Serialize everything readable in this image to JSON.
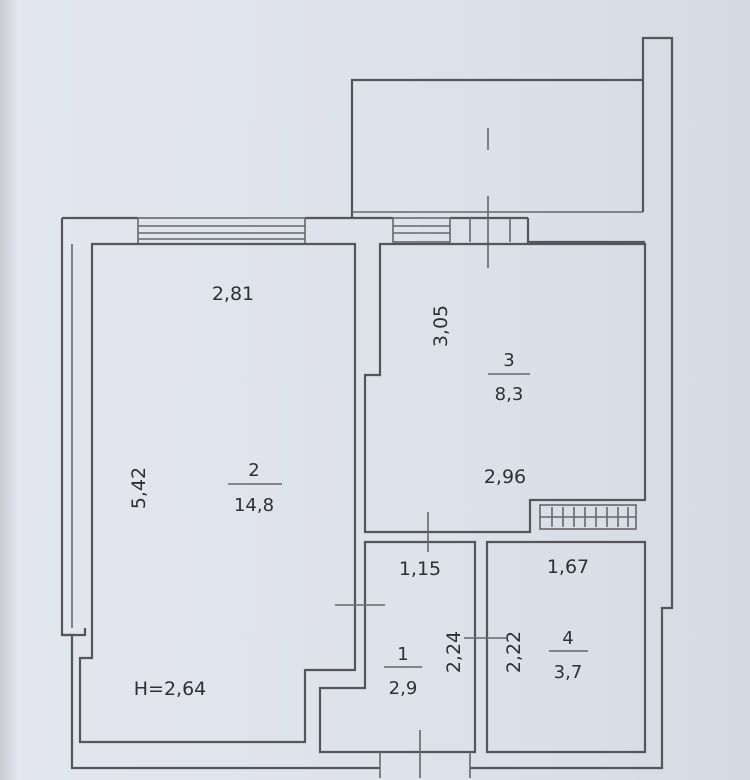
{
  "plan": {
    "rooms": [
      {
        "number": "1",
        "area": "2,9"
      },
      {
        "number": "2",
        "area": "14,8"
      },
      {
        "number": "3",
        "area": "8,3"
      },
      {
        "number": "4",
        "area": "3,7"
      }
    ],
    "dimensions": {
      "room2_width": "2,81",
      "room2_length": "5,42",
      "room3_length": "3,05",
      "room3_width": "2,96",
      "room1_width": "1,15",
      "room1_length": "2,24",
      "room4_width": "1,67",
      "room4_length": "2,22"
    },
    "ceiling_height": "H=2,64"
  }
}
